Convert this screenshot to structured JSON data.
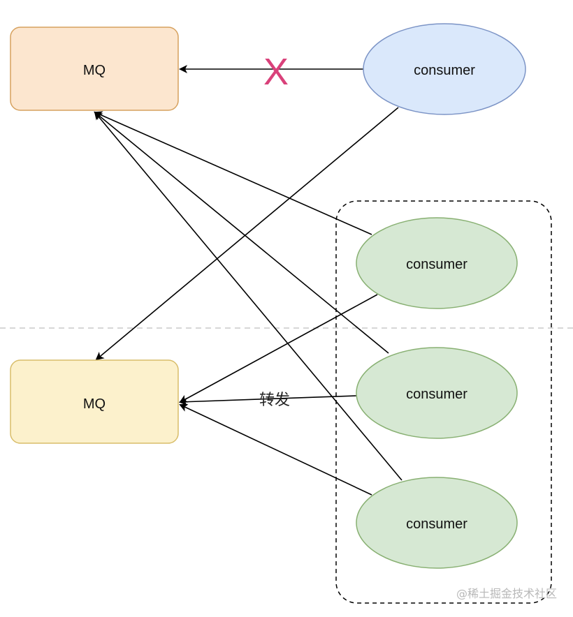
{
  "nodes": {
    "mq_top": {
      "label": "MQ",
      "fill": "#fce6cf",
      "stroke": "#d6a15e"
    },
    "mq_bottom": {
      "label": "MQ",
      "fill": "#fcf1cc",
      "stroke": "#d8bd6a"
    },
    "consumer_blue": {
      "label": "consumer",
      "fill": "#dae8fb",
      "stroke": "#7c94c6"
    },
    "consumer_green_1": {
      "label": "consumer",
      "fill": "#d6e8d3",
      "stroke": "#88b072"
    },
    "consumer_green_2": {
      "label": "consumer",
      "fill": "#d6e8d3",
      "stroke": "#88b072"
    },
    "consumer_green_3": {
      "label": "consumer",
      "fill": "#d6e8d3",
      "stroke": "#88b072"
    }
  },
  "blocked_mark": "X",
  "forward_label": "转发",
  "watermark": "@稀土掘金技术社区",
  "colors": {
    "edge": "#000000",
    "blocked": "#d9417a",
    "divider": "#c8c8c8",
    "group_border": "#000000"
  }
}
